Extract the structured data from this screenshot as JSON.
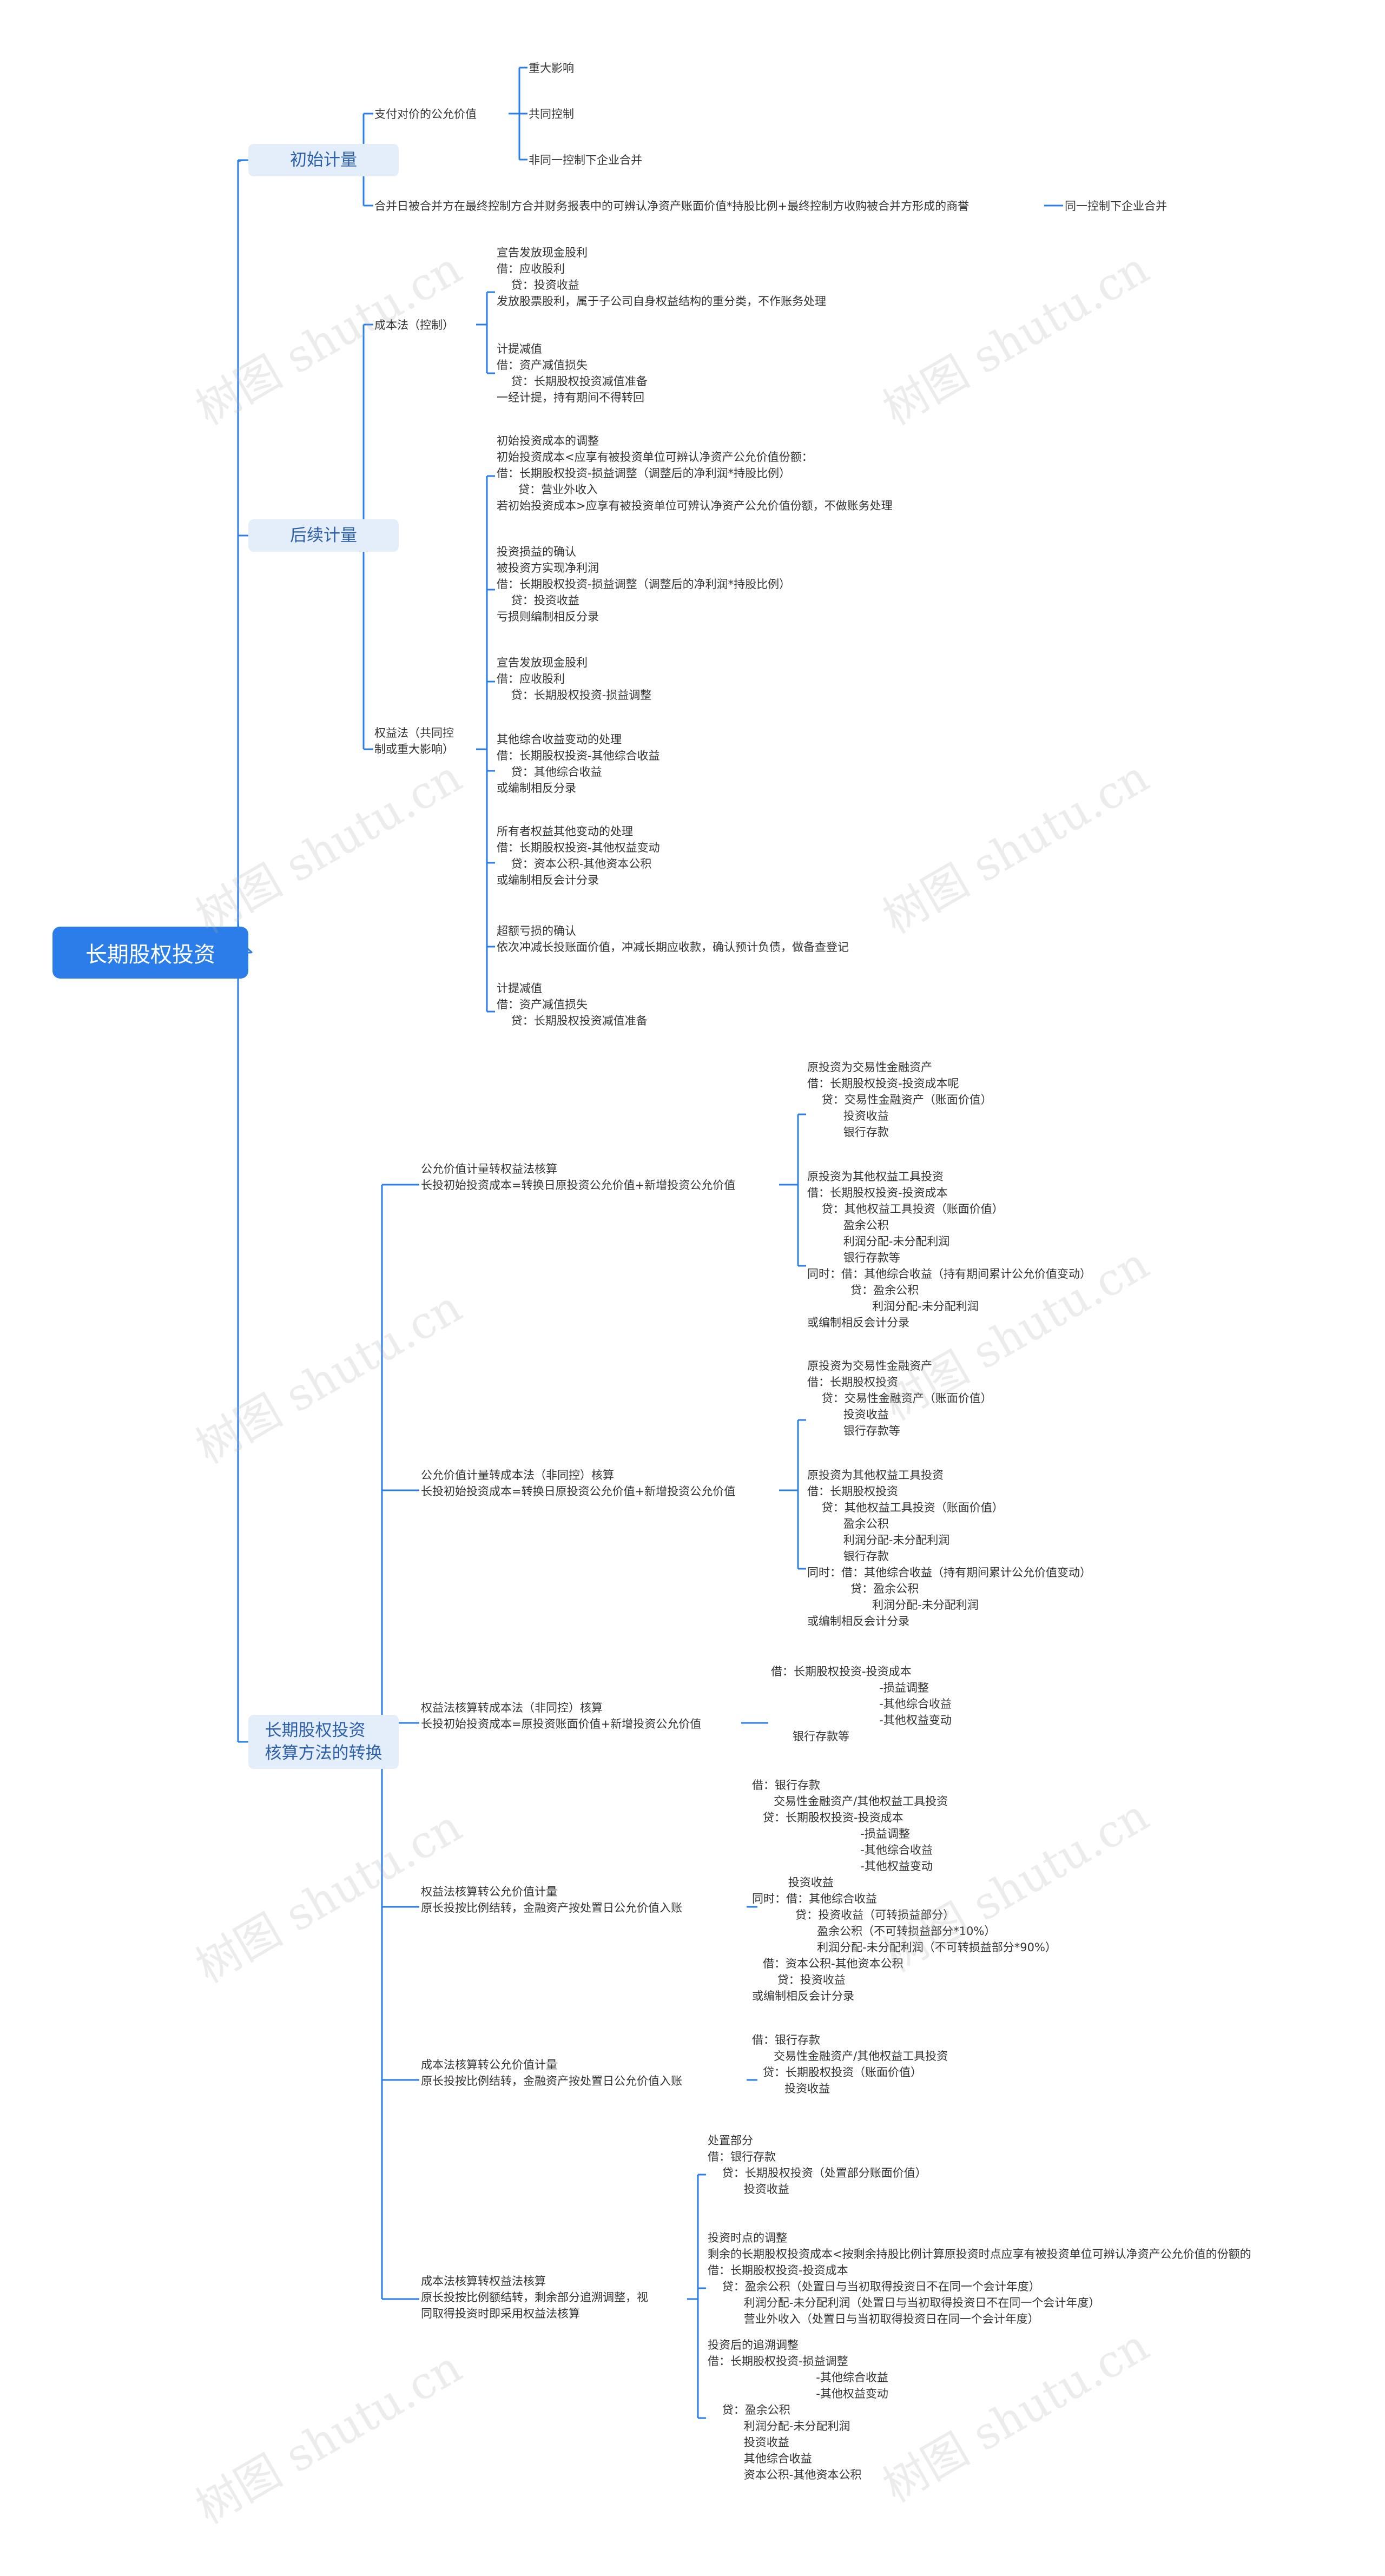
{
  "root": "长期股权投资",
  "branches": {
    "initial": "初始计量",
    "subsequent": "后续计量",
    "conversion": "长期股权投资\n核算方法的转换"
  },
  "initial": {
    "consideration": "支付对价的公允价值",
    "significant_influence": "重大影响",
    "joint_control": "共同控制",
    "non_common_control": "非同一控制下企业合并",
    "common_control_rule": "合并日被合并方在最终控制方合并财务报表中的可辨认净资产账面价值*持股比例+最终控制方收购被合并方形成的商誉",
    "common_control": "同一控制下企业合并"
  },
  "subsequent": {
    "cost_method": "成本法（控制）",
    "cost_dividend": "宣告发放现金股利\n借：应收股利\n    贷：投资收益\n发放股票股利，属于子公司自身权益结构的重分类，不作账务处理",
    "cost_impairment": "计提减值\n借：资产减值损失\n    贷：长期股权投资减值准备\n一经计提，持有期间不得转回",
    "equity_method": "权益法（共同控\n制或重大影响）",
    "eq_initial_adjust": "初始投资成本的调整\n初始投资成本<应享有被投资单位可辨认净资产公允价值份额：\n借：长期股权投资-损益调整（调整后的净利润*持股比例）\n      贷：营业外收入\n若初始投资成本>应享有被投资单位可辨认净资产公允价值份额，不做账务处理",
    "eq_profit": "投资损益的确认\n被投资方实现净利润\n借：长期股权投资-损益调整（调整后的净利润*持股比例）\n    贷：投资收益\n亏损则编制相反分录",
    "eq_dividend": "宣告发放现金股利\n借：应收股利\n    贷：长期股权投资-损益调整",
    "eq_oci": "其他综合收益变动的处理\n借：长期股权投资-其他综合收益\n    贷：其他综合收益\n或编制相反分录",
    "eq_other_equity": "所有者权益其他变动的处理\n借：长期股权投资-其他权益变动\n    贷：资本公积-其他资本公积\n或编制相反会计分录",
    "eq_excess_loss": "超额亏损的确认\n依次冲减长投账面价值，冲减长期应收款，确认预计负债，做备查登记",
    "eq_impairment": "计提减值\n借：资产减值损失\n    贷：长期股权投资减值准备"
  },
  "conversion": {
    "fv_to_equity": "公允价值计量转权益法核算\n长投初始投资成本=转换日原投资公允价值+新增投资公允价值",
    "fv_to_equity_tfa": "原投资为交易性金融资产\n借：长期股权投资-投资成本呢\n    贷：交易性金融资产（账面价值）\n          投资收益\n          银行存款",
    "fv_to_equity_oeq": "原投资为其他权益工具投资\n借：长期股权投资-投资成本\n    贷：其他权益工具投资（账面价值）\n          盈余公积\n          利润分配-未分配利润\n          银行存款等\n同时：借：其他综合收益（持有期间累计公允价值变动）\n            贷：盈余公积\n                  利润分配-未分配利润\n或编制相反会计分录",
    "fv_to_cost": "公允价值计量转成本法（非同控）核算\n长投初始投资成本=转换日原投资公允价值+新增投资公允价值",
    "fv_to_cost_tfa": "原投资为交易性金融资产\n借：长期股权投资\n    贷：交易性金融资产（账面价值）\n          投资收益\n          银行存款等",
    "fv_to_cost_oeq": "原投资为其他权益工具投资\n借：长期股权投资\n    贷：其他权益工具投资（账面价值）\n          盈余公积\n          利润分配-未分配利润\n          银行存款\n同时：借：其他综合收益（持有期间累计公允价值变动）\n            贷：盈余公积\n                  利润分配-未分配利润\n或编制相反会计分录",
    "equity_to_cost": "权益法核算转成本法（非同控）核算\n长投初始投资成本=原投资账面价值+新增投资公允价值",
    "equity_to_cost_entry": "借：长期股权投资-投资成本\n                              -损益调整\n                              -其他综合收益\n                              -其他权益变动\n      银行存款等",
    "equity_to_fv": "权益法核算转公允价值计量\n原长投按比例结转，金融资产按处置日公允价值入账",
    "equity_to_fv_entry": "借：银行存款\n      交易性金融资产/其他权益工具投资\n   贷：长期股权投资-投资成本\n                              -损益调整\n                              -其他综合收益\n                              -其他权益变动\n          投资收益\n同时：借：其他综合收益\n            贷：投资收益（可转损益部分）\n                  盈余公积（不可转损益部分*10%）\n                  利润分配-未分配利润（不可转损益部分*90%）\n   借：资本公积-其他资本公积\n       贷：投资收益\n或编制相反会计分录",
    "cost_to_fv": "成本法核算转公允价值计量\n原长投按比例结转，金融资产按处置日公允价值入账",
    "cost_to_fv_entry": "借：银行存款\n      交易性金融资产/其他权益工具投资\n   贷：长期股权投资（账面价值）\n         投资收益",
    "cost_to_equity": "成本法核算转权益法核算\n原长投按比例额结转，剩余部分追溯调整，视\n同取得投资时即采用权益法核算",
    "cost_to_equity_disposal": "处置部分\n借：银行存款\n    贷：长期股权投资（处置部分账面价值）\n          投资收益",
    "cost_to_equity_adjust": "投资时点的调整\n剩余的长期股权投资成本<按剩余持股比例计算原投资时点应享有被投资单位可辨认净资产公允价值的份额的\n借：长期股权投资-投资成本\n    贷：盈余公积（处置日与当初取得投资日不在同一个会计年度）\n          利润分配-未分配利润（处置日与当初取得投资日不在同一个会计年度）\n          营业外收入（处置日与当初取得投资日在同一个会计年度）",
    "cost_to_equity_after": "投资后的追溯调整\n借：长期股权投资-损益调整\n                              -其他综合收益\n                              -其他权益变动\n    贷：盈余公积\n          利润分配-未分配利润\n          投资收益\n          其他综合收益\n          资本公积-其他资本公积"
  },
  "watermark": "树图 shutu.cn",
  "colors": {
    "root": "#2b7de9",
    "branch_bg": "#e4eefb",
    "branch_text": "#2c5fa8",
    "line": "#2b7de9"
  }
}
